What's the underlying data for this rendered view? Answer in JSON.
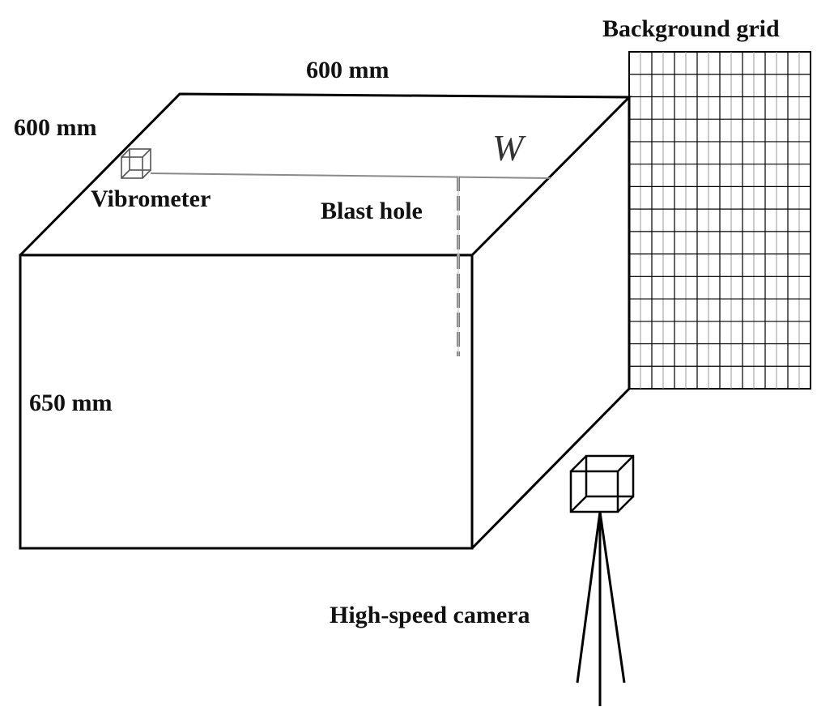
{
  "labels": {
    "top_width": "600 mm",
    "depth": "600 mm",
    "height": "650 mm",
    "vibrometer": "Vibrometer",
    "blast_hole": "Blast hole",
    "burden": "W",
    "background_grid": "Background grid",
    "camera": "High-speed camera"
  },
  "colors": {
    "ink": "#000000",
    "text": "#111111",
    "grid_light": "#9a9a9a",
    "blast_hole": "#777777"
  },
  "icons": {
    "vibrometer": "vibrometer-cube-icon",
    "camera": "camera-cube-icon",
    "tripod": "tripod-icon"
  }
}
